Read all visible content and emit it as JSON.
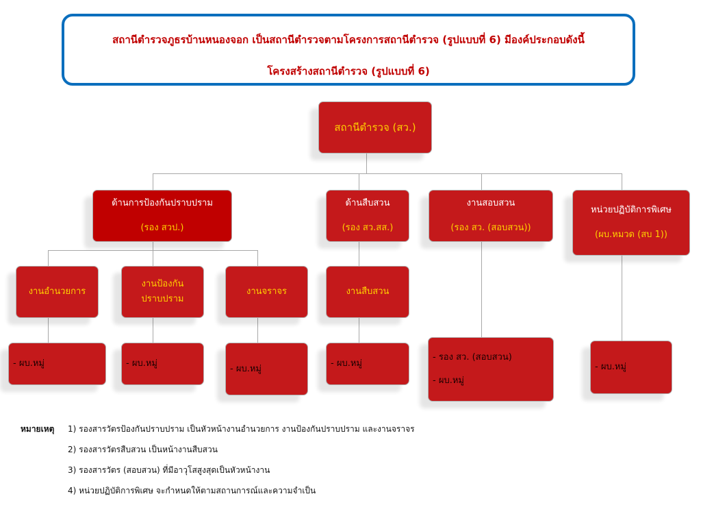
{
  "header": {
    "line1": "สถานีตำรวจภูธรบ้านหนองจอก เป็นสถานีตำรวจตามโครงการสถานีตำรวจ (รูปแบบที่ 6) มีองค์ประกอบดังนี้",
    "line2": "โครงสร้างสถานีตำรวจ (รูปแบบที่ 6)"
  },
  "colors": {
    "box": "#c4191b",
    "box_dark": "#c00000",
    "title": "#c00000",
    "border": "#0a6ebd",
    "accent_text": "#ffd000"
  },
  "chart": {
    "root": "สถานีตำรวจ (สว.)",
    "level1": [
      {
        "title": "ด้านการป้องกันปราบปราม",
        "sub": "(รอง สวป.)"
      },
      {
        "title": "ด้านสืบสวน",
        "sub": "(รอง สว.สส.)"
      },
      {
        "title": "งานสอบสวน",
        "sub": "(รอง สว. (สอบสวน))"
      },
      {
        "title": "หน่วยปฏิบัติการพิเศษ",
        "sub": "(ผบ.หมวด (สบ 1))"
      }
    ],
    "level2": [
      {
        "line1": "งานอำนวยการ"
      },
      {
        "line1": "งานป้องกัน",
        "line2": "ปราบปราม"
      },
      {
        "line1": "งานจราจร"
      },
      {
        "line1": "งานสืบสวน"
      }
    ],
    "level3": [
      {
        "line1": "- ผบ.หมู่"
      },
      {
        "line1": "- ผบ.หมู่"
      },
      {
        "line1": "- ผบ.หมู่"
      },
      {
        "line1": "- ผบ.หมู่"
      },
      {
        "line1": "- รอง สว. (สอบสวน)",
        "line2": "- ผบ.หมู่"
      },
      {
        "line1": "- ผบ.หมู่"
      }
    ]
  },
  "notes": {
    "label": "หมายเหตุ",
    "items": [
      "1) รองสารวัตรป้องกันปราบปราม เป็นหัวหน้างานอำนวยการ งานป้องกันปราบปราม และงานจราจร",
      "2) รองสารวัตรสืบสวน เป็นหน้างานสืบสวน",
      "3) รองสารวัตร (สอบสวน) ที่มีอาวุโสสูงสุดเป็นหัวหน้างาน",
      "4) หน่วยปฏิบัติการพิเศษ จะกำหนดให้ตามสถานการณ์และความจำเป็น"
    ]
  }
}
